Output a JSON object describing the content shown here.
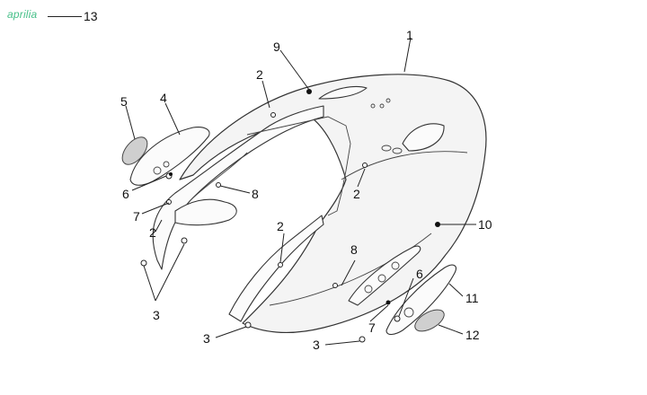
{
  "header": {
    "brand": "aprilia",
    "brand_ref": "13"
  },
  "callouts": {
    "c1": "1",
    "c2a": "2",
    "c2b": "2",
    "c2c": "2",
    "c2d": "2",
    "c3a": "3",
    "c3b": "3",
    "c3c": "3",
    "c4": "4",
    "c5": "5",
    "c6a": "6",
    "c6b": "6",
    "c7a": "7",
    "c7b": "7",
    "c8a": "8",
    "c8b": "8",
    "c9": "9",
    "c10": "10",
    "c11": "11",
    "c12": "12"
  },
  "colors": {
    "brand": "#48c08a",
    "line": "#222222",
    "lens": "#cfcfcf"
  }
}
